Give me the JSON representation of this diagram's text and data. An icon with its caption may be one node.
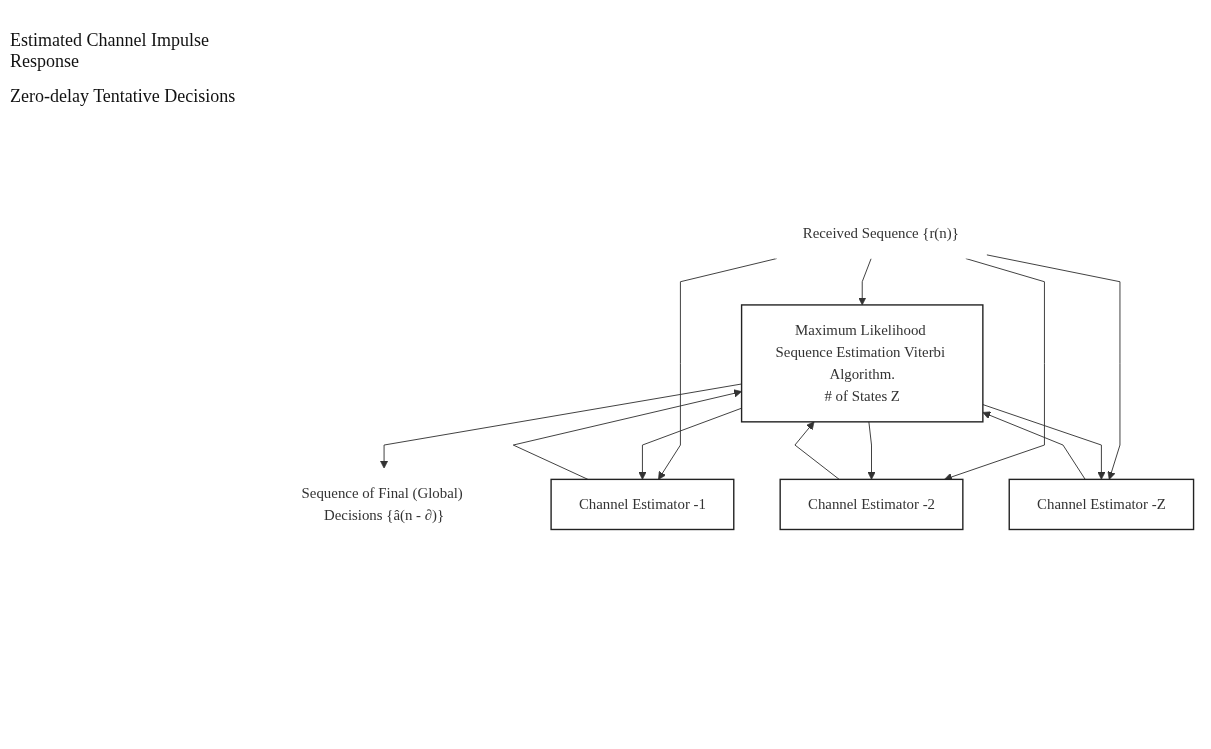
{
  "diagram": {
    "nodes": [
      {
        "text": [
          "Received Sequence {r(n)}"
        ]
      },
      {
        "text": [
          "Maximum Likelihood Sequence Estimation Viterbi Algorithm.",
          "# of States Z"
        ]
      },
      {
        "text": [
          "Sequence of Final (Global) Decisions {â(n - ∂)}"
        ]
      },
      {
        "text": [
          "Channel Estimator -1"
        ]
      },
      {
        "text": [
          "Channel Estimator -2"
        ]
      },
      {
        "text": [
          "Channel Estimator -Z"
        ]
      }
    ],
    "edges": [
      {
        "from": 0,
        "to": 1,
        "arrow": "to"
      },
      {
        "from": 1,
        "to": 2,
        "arrow": "to"
      },
      {
        "from": 0,
        "to": 3,
        "arrow": "to"
      },
      {
        "from": 0,
        "to": 4,
        "arrow": "to"
      },
      {
        "from": 0,
        "to": 5,
        "arrow": "to"
      },
      {
        "from": 3,
        "to": 1,
        "arrow": "to"
      },
      {
        "from": 4,
        "to": 1,
        "arrow": "to"
      },
      {
        "from": 5,
        "to": 1,
        "arrow": "to"
      },
      {
        "from": 1,
        "to": 3,
        "arrow": "to"
      },
      {
        "from": 1,
        "to": 4,
        "arrow": "to"
      },
      {
        "from": 1,
        "to": 5,
        "arrow": "to"
      }
    ],
    "labels": [
      "Estimated Channel Impulse Response",
      "Zero-delay Tentative Decisions"
    ]
  }
}
